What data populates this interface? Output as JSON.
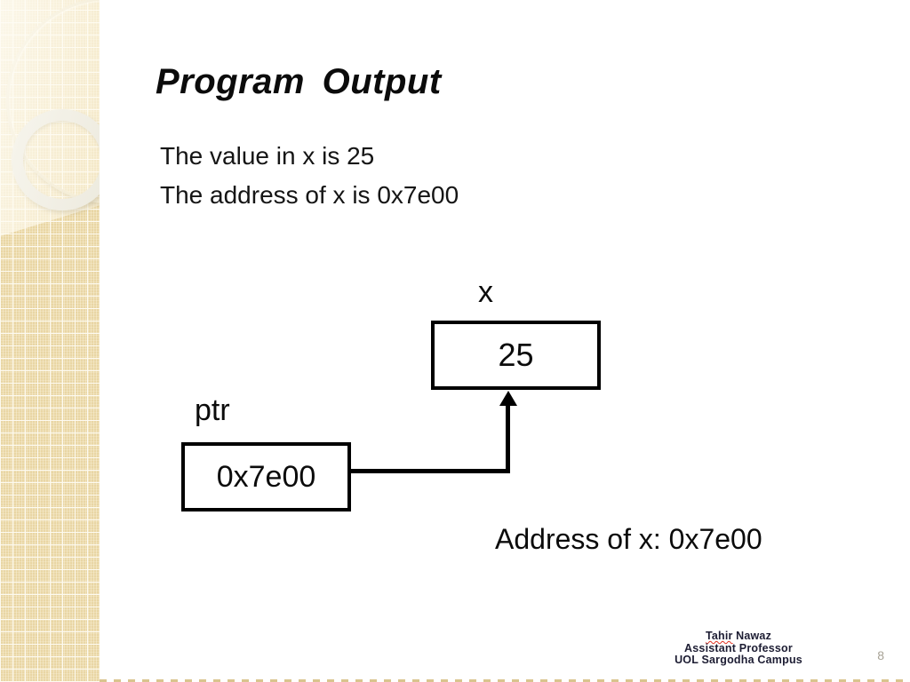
{
  "slide": {
    "title": "Program Output",
    "body_lines": {
      "0": "The value in x is 25",
      "1": "The address of x is 0x7e00"
    },
    "page_number": "8"
  },
  "diagram": {
    "x_label": "x",
    "x_value": "25",
    "ptr_label": "ptr",
    "ptr_value": "0x7e00",
    "address_caption": "Address of x: 0x7e00"
  },
  "footer": {
    "author_first": "Tahir",
    "author_rest": "Nawaz",
    "role": "Assistant Professor",
    "campus": "UOL Sargodha Campus"
  },
  "colors": {
    "sidebar_tan": "#e9d6a4",
    "sidebar_grid_line": "#fdfaf0",
    "ring_gray": "#deddd5",
    "ring_thin_cream": "#e8ddbc",
    "bottom_dash": "#d9c48e",
    "diagram_stroke": "#000000",
    "text": "#0b0b0b",
    "footer_text": "#1d1d33",
    "page_number": "#a8a396",
    "spellcheck_underline": "#e03020"
  }
}
